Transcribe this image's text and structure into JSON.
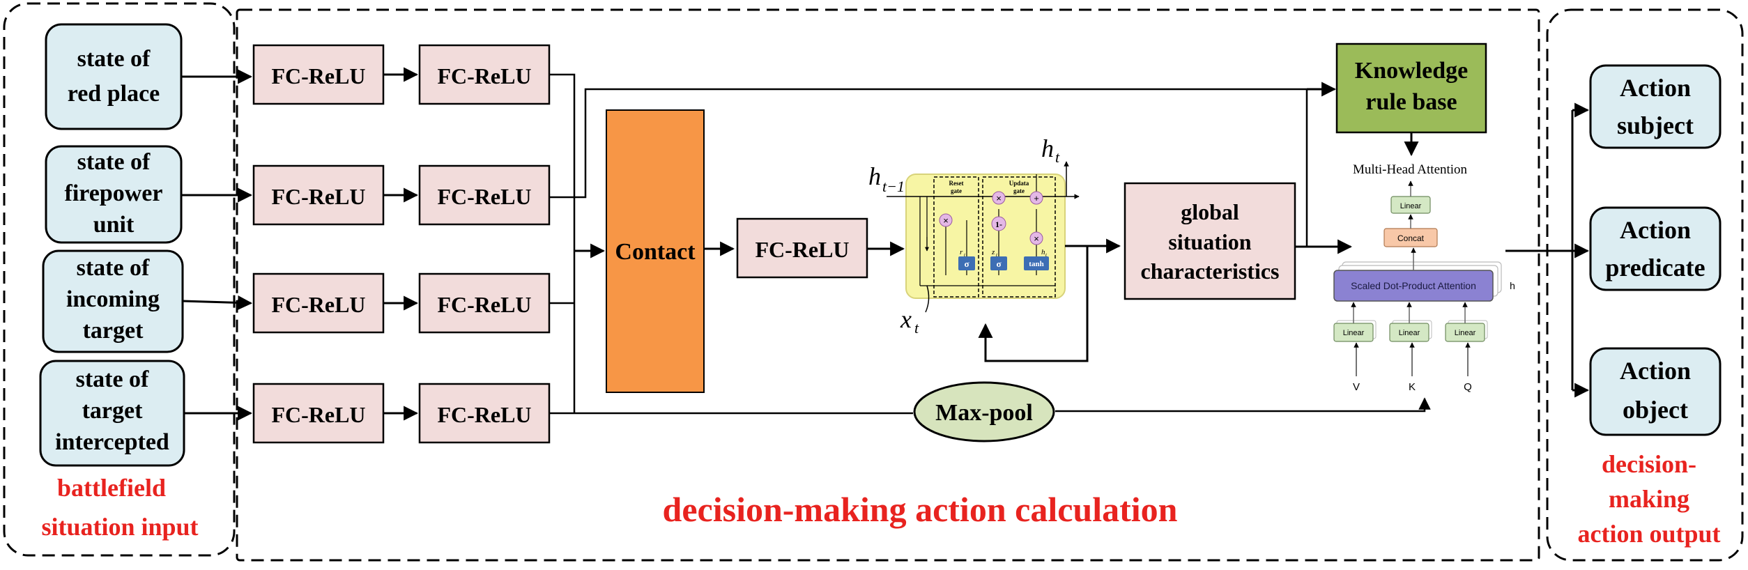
{
  "colors": {
    "input_fill": "#dcedf2",
    "fc_fill": "#f2dcdb",
    "contact_fill": "#f79646",
    "knowledge_fill": "#9bbb59",
    "maxpool_fill": "#d7e4bd",
    "global_fill": "#f2dcdb",
    "gru_fill": "#f7f5a4",
    "gate_sigma": "#3d6eb4",
    "op_circle": "#e4b8e6",
    "attn_fill": "#8b82d2",
    "linear_fill": "#d4e8c4",
    "concat_fill": "#f8c8a8",
    "red_text": "#e8231f"
  },
  "inputs": [
    {
      "lines": [
        "state of",
        "red place"
      ]
    },
    {
      "lines": [
        "state of",
        "firepower",
        "unit"
      ]
    },
    {
      "lines": [
        "state of",
        "incoming",
        "target"
      ]
    },
    {
      "lines": [
        "state of",
        "target",
        "intercepted"
      ]
    }
  ],
  "fc_label": "FC-ReLU",
  "contact_label": "Contact",
  "fc_after_contact_label": "FC-ReLU",
  "gru": {
    "h_prev": "h",
    "h_prev_sub": "t−1",
    "h_out": "h",
    "h_out_sub": "t",
    "x_in": "x",
    "x_in_sub": "t",
    "reset_gate": [
      "Reset",
      "gate"
    ],
    "update_gate": [
      "Updata",
      "gate"
    ],
    "sigma": "σ",
    "tanh": "tanh",
    "one_minus": "1-",
    "mult": "×",
    "plus": "+",
    "r_label": "r",
    "r_sub": "t",
    "z_label": "z",
    "z_sub": "t",
    "ht_label": "h",
    "ht_sub": "t"
  },
  "global_label": [
    "global",
    "situation",
    "characteristics"
  ],
  "knowledge_label": [
    "Knowledge",
    "rule base"
  ],
  "maxpool_label": "Max-pool",
  "attention": {
    "title": "Multi-Head Attention",
    "linear": "Linear",
    "concat": "Concat",
    "scaled": "Scaled Dot-Product Attention",
    "h": "h",
    "inputs": [
      "V",
      "K",
      "Q"
    ]
  },
  "outputs": [
    {
      "lines": [
        "Action",
        "subject"
      ]
    },
    {
      "lines": [
        "Action",
        "predicate"
      ]
    },
    {
      "lines": [
        "Action",
        "object"
      ]
    }
  ],
  "section_labels": {
    "input": [
      "battlefield",
      "situation input"
    ],
    "calc": "decision-making action calculation",
    "output": [
      "decision-",
      "making",
      "action output"
    ]
  }
}
